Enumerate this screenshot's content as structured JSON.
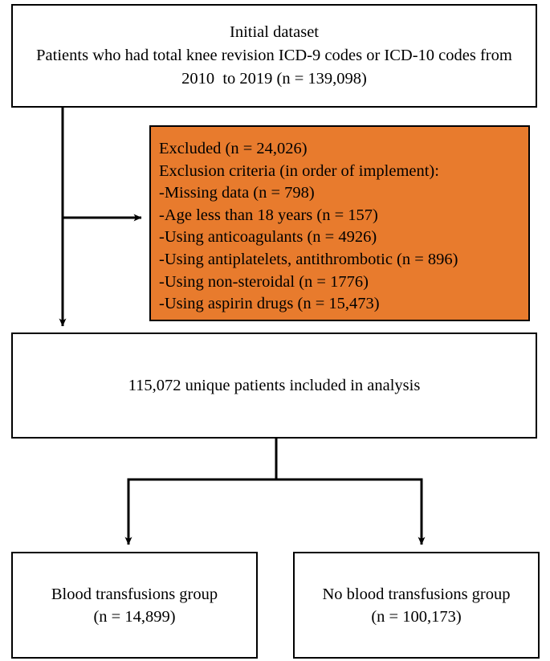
{
  "figure": {
    "type": "flow-diagram",
    "orange_fill": "#e87b2d",
    "line_color": "#000000",
    "background": "#ffffff"
  },
  "nodes": {
    "initial": {
      "lines": [
        "Initial dataset",
        "Patients who had total knee revision ICD-9 codes or ICD-10 codes from",
        "2010  to 2019 (n = 139,098)"
      ]
    },
    "excluded": {
      "lines": [
        "Excluded (n = 24,026)",
        "Exclusion criteria (in order of implement):",
        "-Missing data (n = 798)",
        "-Age less than 18 years (n = 157)",
        "-Using anticoagulants (n = 4926)",
        "-Using antiplatelets, antithrombotic (n = 896)",
        "-Using non-steroidal (n = 1776)",
        "-Using aspirin drugs (n = 15,473)"
      ]
    },
    "included": {
      "lines": [
        "115,072 unique patients included in analysis"
      ]
    },
    "transfusion_group": {
      "lines": [
        "Blood transfusions group",
        "(n = 14,899)"
      ]
    },
    "no_transfusion_group": {
      "lines": [
        "No blood transfusions group",
        "(n = 100,173)"
      ]
    }
  }
}
